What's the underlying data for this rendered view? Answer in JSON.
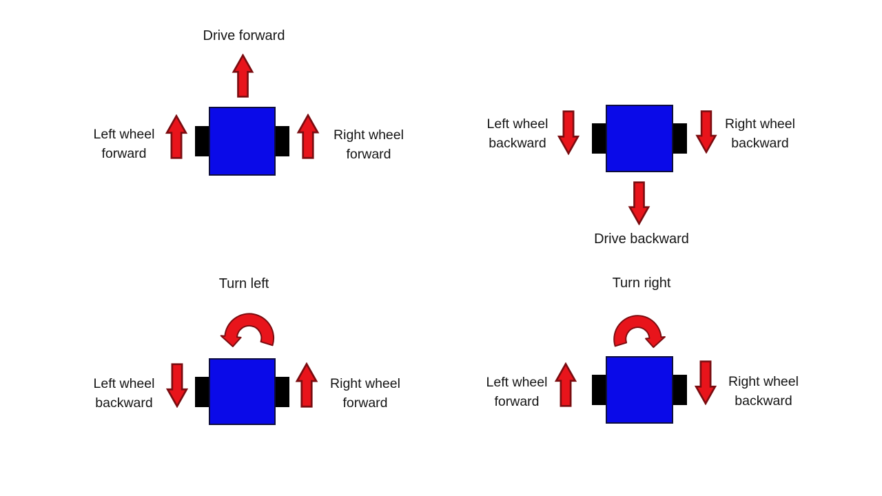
{
  "colors": {
    "background": "#ffffff",
    "text": "#141414",
    "arrow_fill": "#e8141b",
    "arrow_stroke": "#7a0c10",
    "body_fill": "#0a0ae8",
    "body_stroke": "#0d0d3e",
    "wheel_fill": "#000000"
  },
  "quadrants": [
    {
      "id": "drive-forward",
      "title": "Drive forward",
      "title_position": "above-robot",
      "main_arrow_direction": "up",
      "left_wheel": {
        "direction": "up",
        "label_line1": "Left wheel",
        "label_line2": "forward"
      },
      "right_wheel": {
        "direction": "up",
        "label_line1": "Right wheel",
        "label_line2": "forward"
      }
    },
    {
      "id": "drive-backward",
      "title": "Drive backward",
      "title_position": "below-robot",
      "main_arrow_direction": "down",
      "left_wheel": {
        "direction": "down",
        "label_line1": "Left wheel",
        "label_line2": "backward"
      },
      "right_wheel": {
        "direction": "down",
        "label_line1": "Right wheel",
        "label_line2": "backward"
      }
    },
    {
      "id": "turn-left",
      "title": "Turn left",
      "title_position": "above-robot",
      "main_arrow_direction": "rotate-counterclockwise",
      "left_wheel": {
        "direction": "down",
        "label_line1": "Left wheel",
        "label_line2": "backward"
      },
      "right_wheel": {
        "direction": "up",
        "label_line1": "Right wheel",
        "label_line2": "forward"
      }
    },
    {
      "id": "turn-right",
      "title": "Turn right",
      "title_position": "above-robot",
      "main_arrow_direction": "rotate-clockwise",
      "left_wheel": {
        "direction": "up",
        "label_line1": "Left wheel",
        "label_line2": "forward"
      },
      "right_wheel": {
        "direction": "down",
        "label_line1": "Right wheel",
        "label_line2": "backward"
      }
    }
  ]
}
